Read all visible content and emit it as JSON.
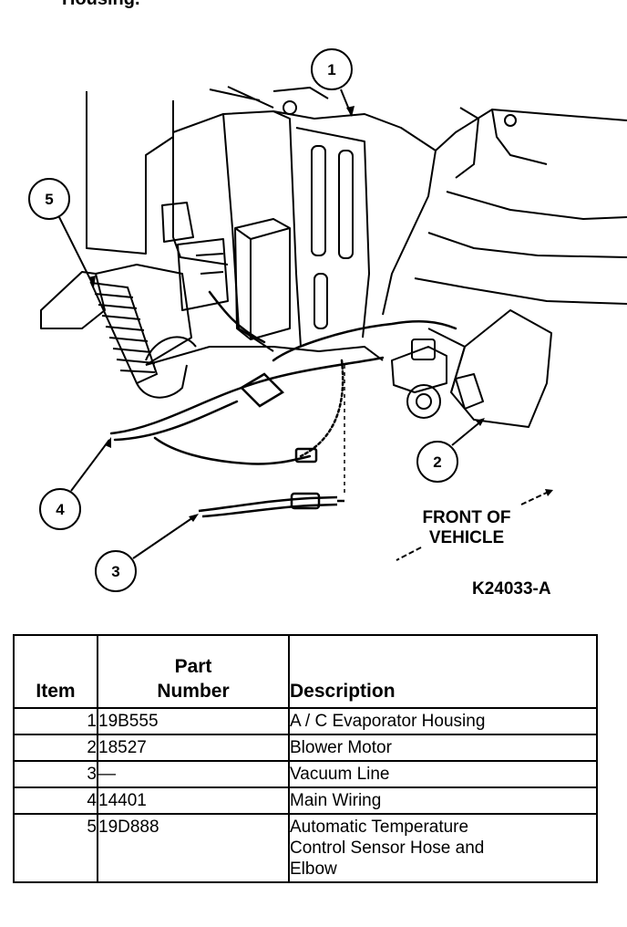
{
  "top_caption_fragment": "Housing.",
  "figure_id": "K24033-A",
  "front_label": {
    "line1": "FRONT OF",
    "line2": "VEHICLE"
  },
  "callouts": [
    "1",
    "2",
    "3",
    "4",
    "5"
  ],
  "table": {
    "headers": {
      "item": "Item",
      "part_line1": "Part",
      "part_line2": "Number",
      "description": "Description"
    },
    "rows": [
      {
        "item": "1",
        "part": "19B555",
        "description": "A / C Evaporator Housing"
      },
      {
        "item": "2",
        "part": "18527",
        "description": "Blower Motor"
      },
      {
        "item": "3",
        "part": "—",
        "description": "Vacuum Line"
      },
      {
        "item": "4",
        "part": "14401",
        "description": "Main Wiring"
      },
      {
        "item": "5",
        "part": "19D888",
        "description_lines": [
          "Automatic Temperature",
          "Control Sensor Hose and",
          "Elbow"
        ]
      }
    ]
  }
}
